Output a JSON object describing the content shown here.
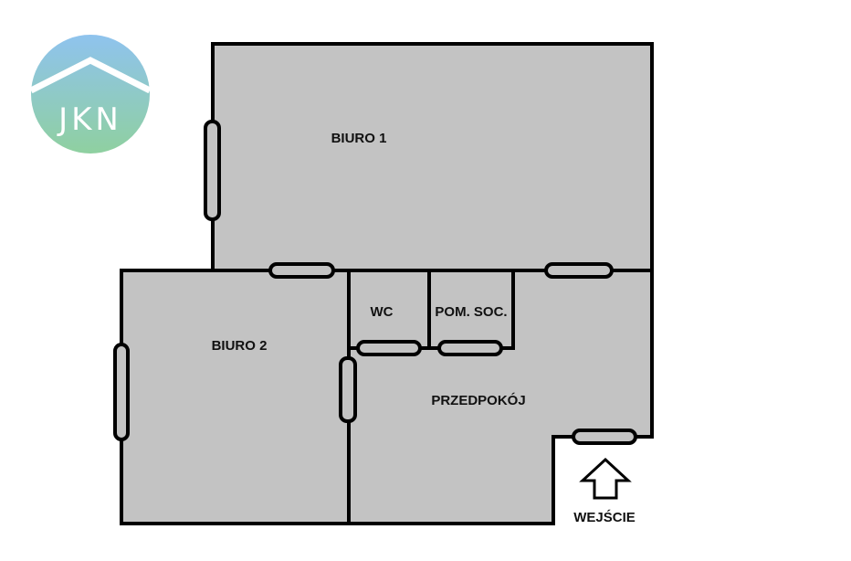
{
  "logo": {
    "text": "JKN",
    "colors": {
      "top": "#8fc3ee",
      "bottom": "#8fd0a0",
      "house": "#ffffff"
    }
  },
  "rooms": {
    "biuro1": "BIURO 1",
    "biuro2": "BIURO 2",
    "wc": "WC",
    "pom_soc": "POM. SOC.",
    "przedpokoj": "PRZEDPOKÓJ"
  },
  "entrance": {
    "label": "WEJŚCIE",
    "icon": "arrow-up-icon"
  },
  "colors": {
    "floor": "#c3c3c3",
    "wall": "#000000",
    "door_fill": "#c3c3c3"
  }
}
